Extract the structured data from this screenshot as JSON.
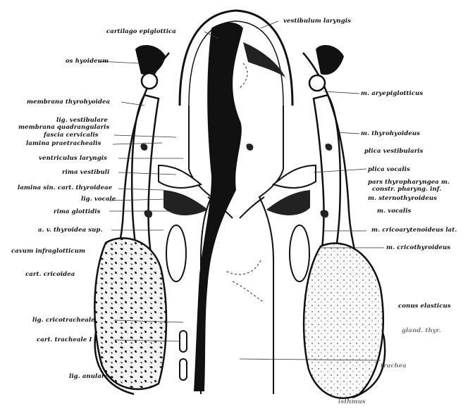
{
  "figure": {
    "labels_top": {
      "cartilago_epiglottica": "cartilago epiglottica",
      "vestibulum_laryngis": "vestibulum laryngis"
    },
    "labels_left": [
      "os hyoideum",
      "membrana thyrohyoidea",
      "lig. vestibulare",
      "membrana quadrangularis",
      "fascia cervicalis",
      "lamina praetrachealis",
      "ventriculus laryngis",
      "rima vestibuli",
      "lamina sin. cart. thyroideae",
      "lig. vocale",
      "rima glottidis",
      "a. v. thyroidea sup.",
      "cavum infraglotticum",
      "cart. cricoidea",
      "lig. cricotracheale",
      "cart. tracheale I",
      "lig. anulare"
    ],
    "labels_right": [
      "m. aryepiglotticus",
      "m. thyrohyoideus",
      "plica vestibularis",
      "plica vocalis",
      "pars thyropharyngea m.",
      "constr. pharyng. inf.",
      "m. sternothyroideus",
      "m. vocalis",
      "m. cricoarytenoideus lat.",
      "m. cricothyroideus",
      "conus elasticus",
      "gland. thyr.",
      "trachea",
      "isthmus"
    ]
  }
}
